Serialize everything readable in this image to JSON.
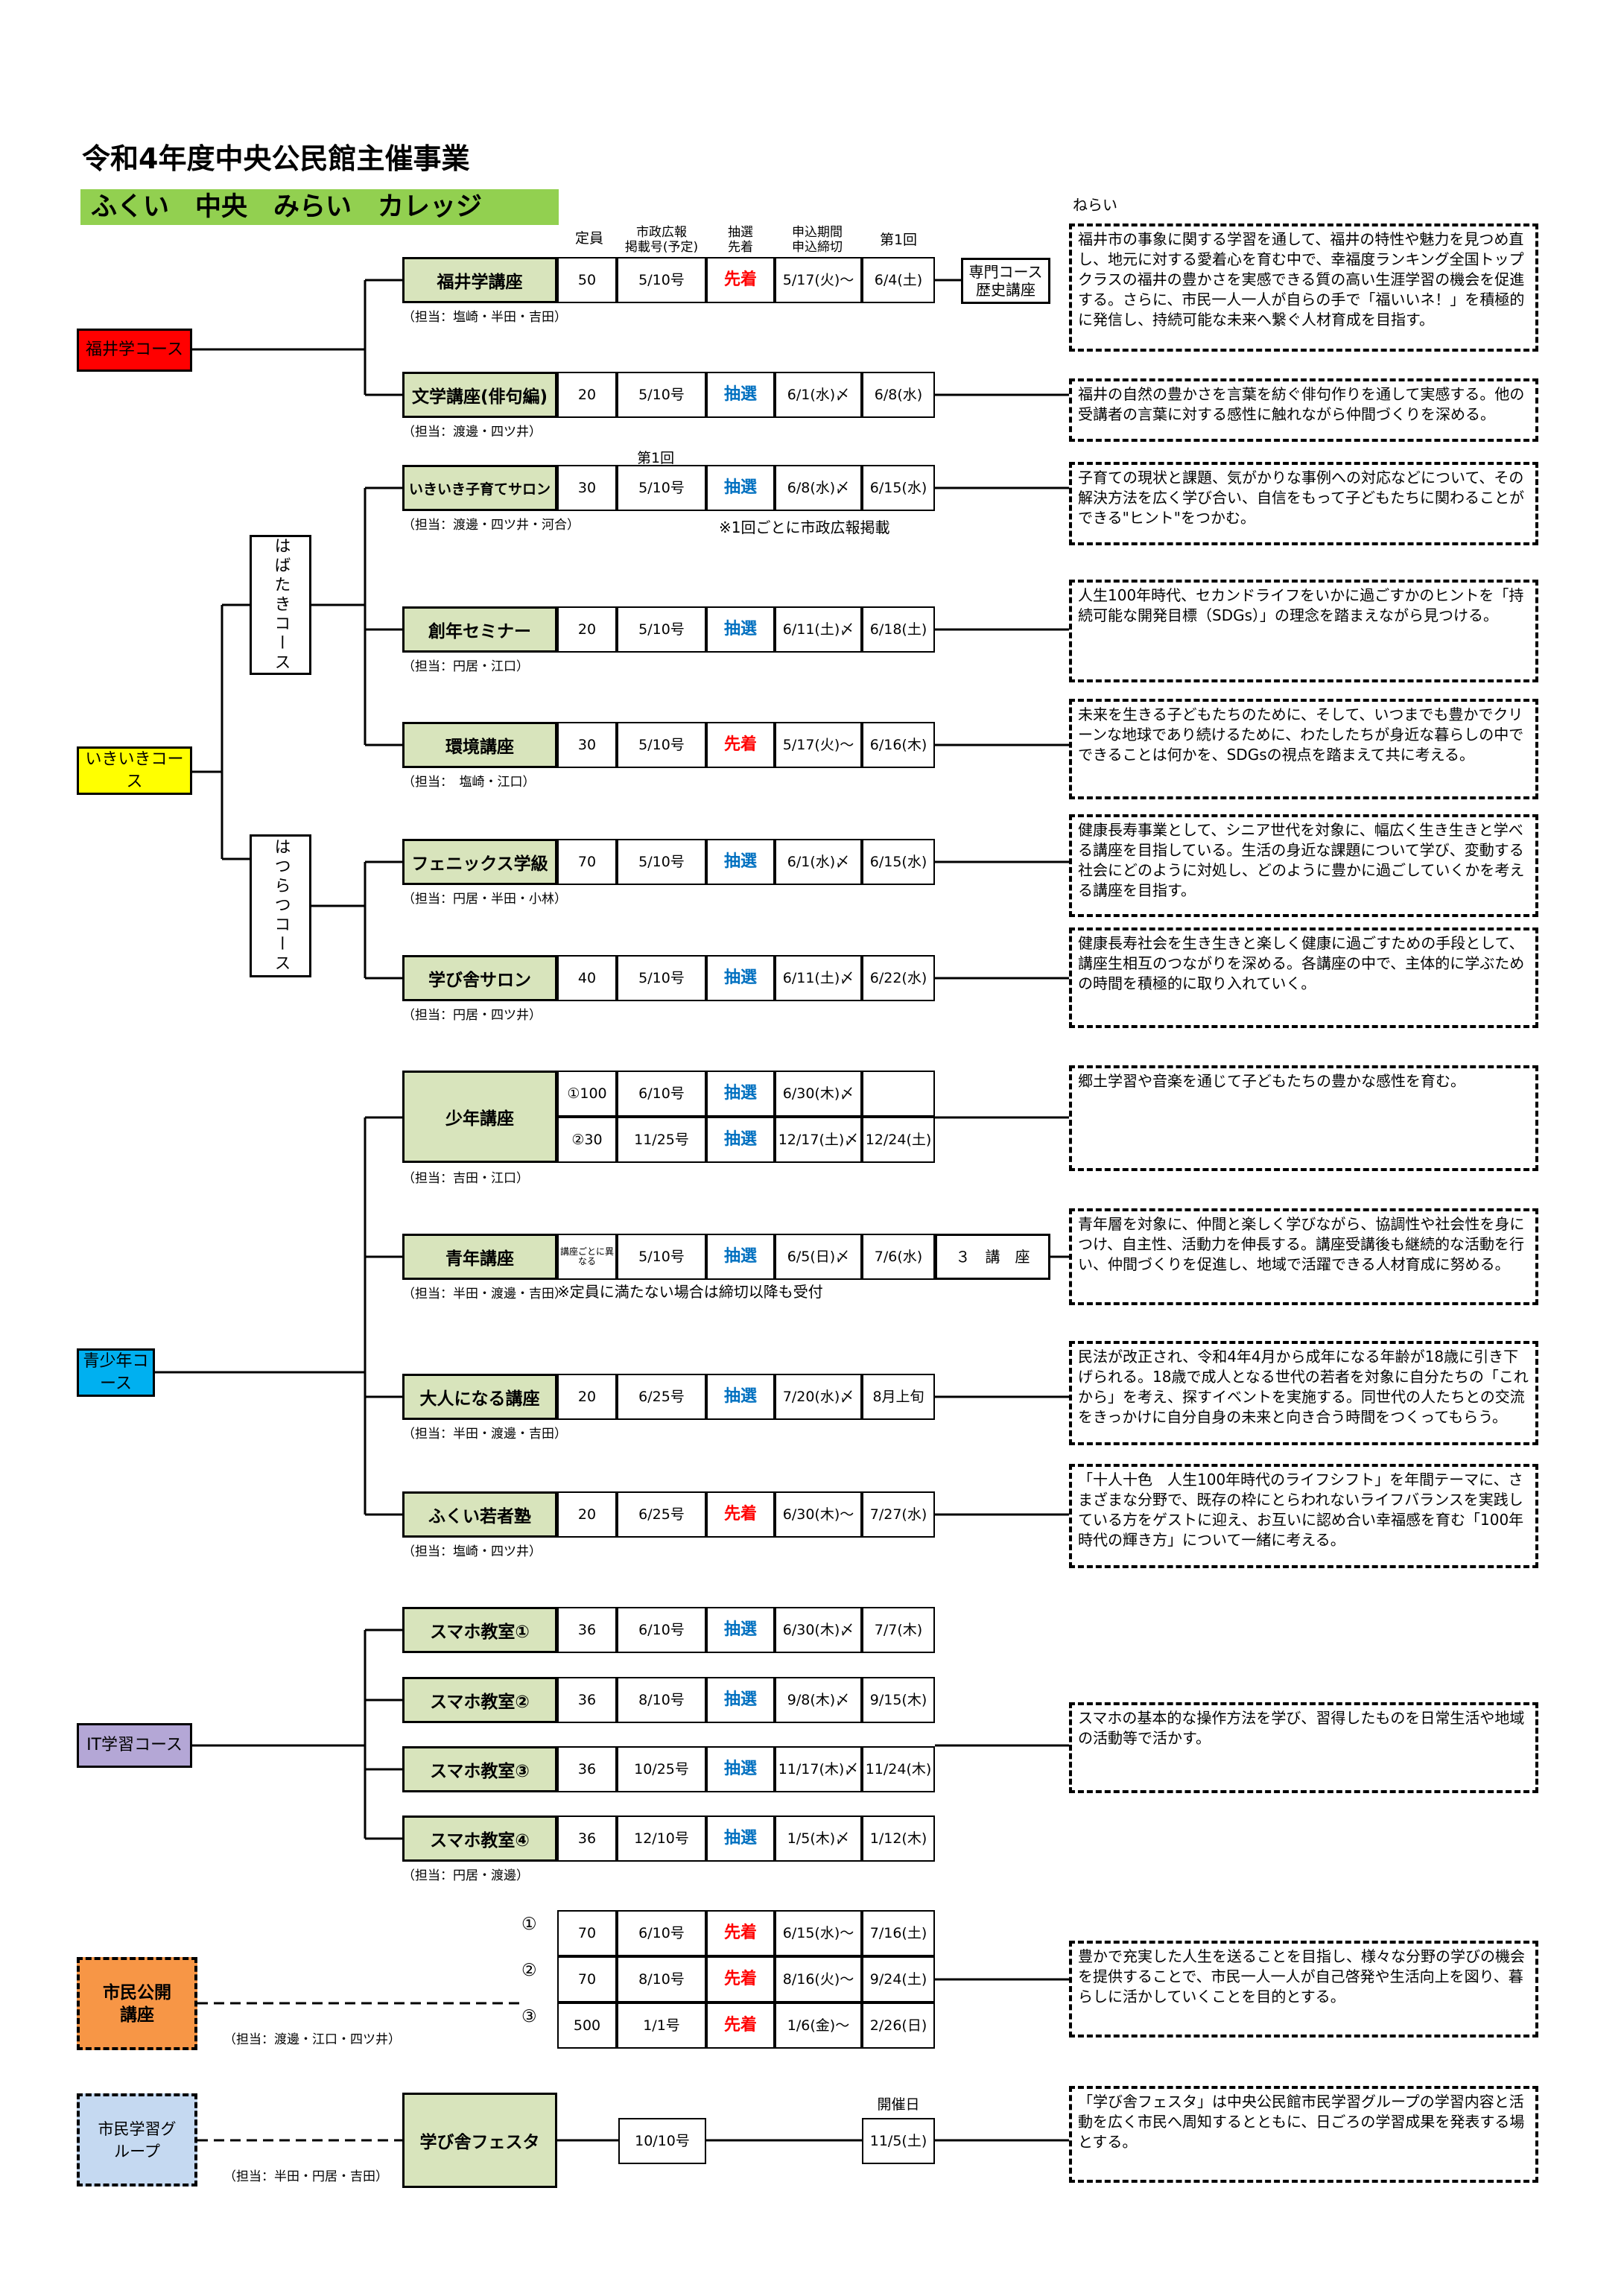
{
  "title": "令和4年度中央公民館主催事業",
  "banner": "ふくい　中央　みらい　カレッジ",
  "aim_header": "ねらい",
  "headers": {
    "teiin": "定員",
    "shisei": "市政広報",
    "shisei2": "掲載号(予定)",
    "chusen": "抽選",
    "chusen2": "先着",
    "period": "申込期間",
    "period2": "申込締切",
    "first": "第1回"
  },
  "courses": {
    "fukui": "福井学コース",
    "ikiiki": "いきいきコース",
    "seishonen": "青少年コース",
    "it": "IT学習コース",
    "koukai": "市民公開講座",
    "group": "市民学習グループ"
  },
  "subs": {
    "habataki": "はばたきコース",
    "hatsuratsu": "はつらつコース"
  },
  "lectures": [
    {
      "name": "福井学講座",
      "teiin": "50",
      "issue": "5/10号",
      "method": "先着",
      "period": "5/17(火)～",
      "first": "6/4(土)",
      "staff": "（担当：塩崎・半田・吉田）"
    },
    {
      "name": "文学講座(俳句編)",
      "teiin": "20",
      "issue": "5/10号",
      "method": "抽選",
      "period": "6/1(水)〆",
      "first": "6/8(水)",
      "staff": "（担当：渡邊・四ツ井）"
    },
    {
      "name": "いきいき子育てサロン",
      "teiin": "30",
      "issue": "5/10号",
      "method": "抽選",
      "period": "6/8(水)〆",
      "first": "6/15(水)",
      "staff": "（担当：渡邊・四ツ井・河合）"
    },
    {
      "name": "創年セミナー",
      "teiin": "20",
      "issue": "5/10号",
      "method": "抽選",
      "period": "6/11(土)〆",
      "first": "6/18(土)",
      "staff": "（担当：円居・江口）"
    },
    {
      "name": "環境講座",
      "teiin": "30",
      "issue": "5/10号",
      "method": "先着",
      "period": "5/17(火)～",
      "first": "6/16(木)",
      "staff": "（担当：　塩崎・江口）"
    },
    {
      "name": "フェニックス学級",
      "teiin": "70",
      "issue": "5/10号",
      "method": "抽選",
      "period": "6/1(水)〆",
      "first": "6/15(水)",
      "staff": "（担当：円居・半田・小林）"
    },
    {
      "name": "学び舎サロン",
      "teiin": "40",
      "issue": "5/10号",
      "method": "抽選",
      "period": "6/11(土)〆",
      "first": "6/22(水)",
      "staff": "（担当：円居・四ツ井）"
    },
    {
      "name": "青年講座",
      "teiin": "講座ごとに異なる",
      "issue": "5/10号",
      "method": "抽選",
      "period": "6/5(日)〆",
      "first": "7/6(水)",
      "staff": "（担当：半田・渡邊・吉田）"
    },
    {
      "name": "大人になる講座",
      "teiin": "20",
      "issue": "6/25号",
      "method": "抽選",
      "period": "7/20(水)〆",
      "first": "8月上旬",
      "staff": "（担当：半田・渡邊・吉田）"
    },
    {
      "name": "ふくい若者塾",
      "teiin": "20",
      "issue": "6/25号",
      "method": "先着",
      "period": "6/30(木)～",
      "first": "7/27(水)",
      "staff": "（担当：塩崎・四ツ井）"
    },
    {
      "name": "スマホ教室①",
      "teiin": "36",
      "issue": "6/10号",
      "method": "抽選",
      "period": "6/30(木)〆",
      "first": "7/7(木)",
      "staff": ""
    },
    {
      "name": "スマホ教室②",
      "teiin": "36",
      "issue": "8/10号",
      "method": "抽選",
      "period": "9/8(木)〆",
      "first": "9/15(木)",
      "staff": ""
    },
    {
      "name": "スマホ教室③",
      "teiin": "36",
      "issue": "10/25号",
      "method": "抽選",
      "period": "11/17(木)〆",
      "first": "11/24(木)",
      "staff": ""
    },
    {
      "name": "スマホ教室④",
      "teiin": "36",
      "issue": "12/10号",
      "method": "抽選",
      "period": "1/5(木)〆",
      "first": "1/12(木)",
      "staff": "（担当：円居・渡邊）"
    }
  ],
  "shonen": {
    "name": "少年講座",
    "rows": [
      {
        "teiin": "①100",
        "issue": "6/10号",
        "method": "抽選",
        "period": "6/30(木)〆",
        "first": ""
      },
      {
        "teiin": "②30",
        "issue": "11/25号",
        "method": "抽選",
        "period": "12/17(土)〆",
        "first": "12/24(土)"
      }
    ],
    "staff": "（担当：吉田・江口）"
  },
  "koukai": {
    "rows": [
      {
        "no": "①",
        "teiin": "70",
        "issue": "6/10号",
        "method": "先着",
        "period": "6/15(水)～",
        "first": "7/16(土)"
      },
      {
        "no": "②",
        "teiin": "70",
        "issue": "8/10号",
        "method": "先着",
        "period": "8/16(火)～",
        "first": "9/24(土)"
      },
      {
        "no": "③",
        "teiin": "500",
        "issue": "1/1号",
        "method": "先着",
        "period": "1/6(金)～",
        "first": "2/26(日)"
      }
    ],
    "staff": "（担当：渡邊・江口・四ツ井）"
  },
  "festa": {
    "name": "学び舎フェスタ",
    "issue": "10/10号",
    "date_label": "開催日",
    "date": "11/5(土)",
    "staff": "（担当：半田・円居・吉田）"
  },
  "notes": {
    "first_round": "第1回",
    "kosodate": "※1回ごとに市政広報掲載",
    "seinen": "※定員に満たない場合は締切以降も受付",
    "special_fukui": "専門コース\n歴史講座",
    "special_seinen": "３　講　座"
  },
  "aims": {
    "fukui": "福井市の事象に関する学習を通して、福井の特性や魅力を見つめ直し、地元に対する愛着心を育む中で、幸福度ランキング全国トップクラスの福井の豊かさを実感できる質の高い生涯学習の機会を促進する。さらに、市民一人一人が自らの手で「福いいネ！」を積極的に発信し、持続可能な未来へ繋ぐ人材育成を目指す。",
    "bungaku": "福井の自然の豊かさを言葉を紡ぐ俳句作りを通して実感する。他の受講者の言葉に対する感性に触れながら仲間づくりを深める。",
    "kosodate": "子育ての現状と課題、気がかりな事例への対応などについて、その解決方法を広く学び合い、自信をもって子どもたちに関わることができる\"ヒント\"をつかむ。",
    "sonen": "人生100年時代、セカンドライフをいかに過ごすかのヒントを「持続可能な開発目標（SDGs）」の理念を踏まえながら見つける。",
    "kankyo": "未来を生きる子どもたちのために、そして、いつまでも豊かでクリーンな地球であり続けるために、わたしたちが身近な暮らしの中でできることは何かを、SDGsの視点を踏まえて共に考える。",
    "phoenix": "健康長寿事業として、シニア世代を対象に、幅広く生き生きと学べる講座を目指している。生活の身近な課題について学び、変動する社会にどのように対処し、どのように豊かに過ごしていくかを考える講座を目指す。",
    "manabiya": "健康長寿社会を生き生きと楽しく健康に過ごすための手段として、講座生相互のつながりを深める。各講座の中で、主体的に学ぶための時間を積極的に取り入れていく。",
    "shonen": "郷土学習や音楽を通じて子どもたちの豊かな感性を育む。",
    "seinen": "青年層を対象に、仲間と楽しく学びながら、協調性や社会性を身につけ、自主性、活動力を伸長する。講座受講後も継続的な活動を行い、仲間づくりを促進し、地域で活躍できる人材育成に努める。",
    "otona": "民法が改正され、令和4年4月から成年になる年齢が18歳に引き下げられる。18歳で成人となる世代の若者を対象に自分たちの「これから」を考え、探すイベントを実施する。同世代の人たちとの交流をきっかけに自分自身の未来と向き合う時間をつくってもらう。",
    "wakamono": "「十人十色　人生100年時代のライフシフト」を年間テーマに、さまざまな分野で、既存の枠にとらわれないライフバランスを実践している方をゲストに迎え、お互いに認め合い幸福感を育む「100年時代の輝き方」について一緒に考える。",
    "sumaho": "スマホの基本的な操作方法を学び、習得したものを日常生活や地域の活動等で活かす。",
    "koukai": "豊かで充実した人生を送ることを目指し、様々な分野の学びの機会を提供することで、市民一人一人が自己啓発や生活向上を図り、暮らしに活かしていくことを目的とする。",
    "festa": "「学び舎フェスタ」は中央公民館市民学習グループの学習内容と活動を広く市民へ周知するとともに、日ごろの学習成果を発表する場とする。"
  },
  "colors": {
    "fukui": "#ff0000",
    "ikiiki": "#ffff00",
    "seishonen": "#00b0f0",
    "it": "#b4a7d6",
    "koukai": "#f79646",
    "group": "#c5d9f1",
    "lecture": "#d8e4bc",
    "banner": "#92d050",
    "red": "#ff0000",
    "blue": "#0070c0"
  }
}
